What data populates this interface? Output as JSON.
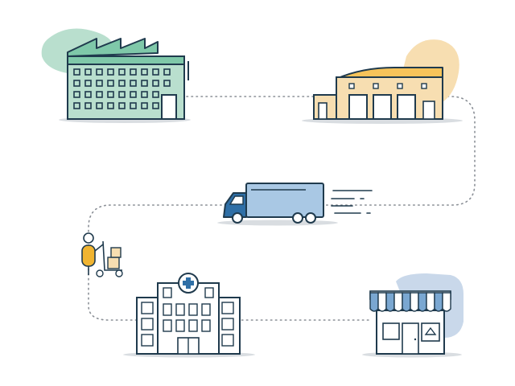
{
  "diagram": {
    "nodes": [
      {
        "id": "factory",
        "icon": "factory-icon"
      },
      {
        "id": "warehouse",
        "icon": "warehouse-icon"
      },
      {
        "id": "truck",
        "icon": "delivery-truck-icon"
      },
      {
        "id": "courier",
        "icon": "courier-hand-truck-icon"
      },
      {
        "id": "hospital",
        "icon": "hospital-icon"
      },
      {
        "id": "store",
        "icon": "retail-store-icon"
      }
    ],
    "flow": [
      "factory",
      "warehouse",
      "truck",
      "courier",
      "hospital",
      "store"
    ]
  },
  "colors": {
    "outline": "#1f3a4d",
    "factory_fill": "#b9dfce",
    "factory_accent": "#7fc8a9",
    "warehouse_fill": "#f7deb1",
    "warehouse_roof": "#f6c35a",
    "truck_body": "#a9c8e4",
    "truck_cab": "#2f6fa6",
    "courier_accent": "#f0b431",
    "store_blue": "#7aa7d1",
    "store_blob": "#c9d8ea",
    "path": "#8a8f96",
    "shadow": "#d9dde1"
  }
}
